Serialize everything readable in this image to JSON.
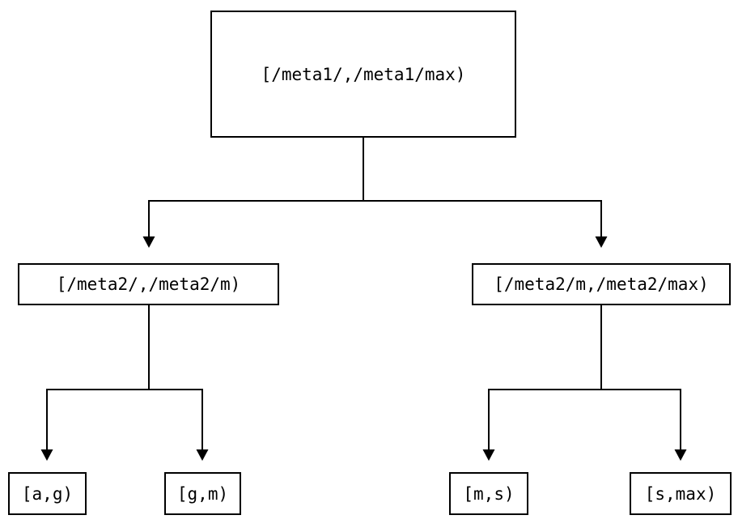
{
  "diagram": {
    "type": "tree",
    "background_color": "#ffffff",
    "line_color": "#000000",
    "box_border_color": "#000000",
    "text_color": "#000000"
  },
  "nodes": {
    "root": {
      "label": "[/meta1/,/meta1/max)"
    },
    "l2_left": {
      "label": "[/meta2/,/meta2/m)"
    },
    "l2_right": {
      "label": "[/meta2/m,/meta2/max)"
    },
    "leaf_ag": {
      "label": "[a,g)"
    },
    "leaf_gm": {
      "label": "[g,m)"
    },
    "leaf_ms": {
      "label": "[m,s)"
    },
    "leaf_smax": {
      "label": "[s,max)"
    }
  },
  "edges": [
    {
      "from": "root",
      "to": "l2_left"
    },
    {
      "from": "root",
      "to": "l2_right"
    },
    {
      "from": "l2_left",
      "to": "leaf_ag"
    },
    {
      "from": "l2_left",
      "to": "leaf_gm"
    },
    {
      "from": "l2_right",
      "to": "leaf_ms"
    },
    {
      "from": "l2_right",
      "to": "leaf_smax"
    }
  ]
}
